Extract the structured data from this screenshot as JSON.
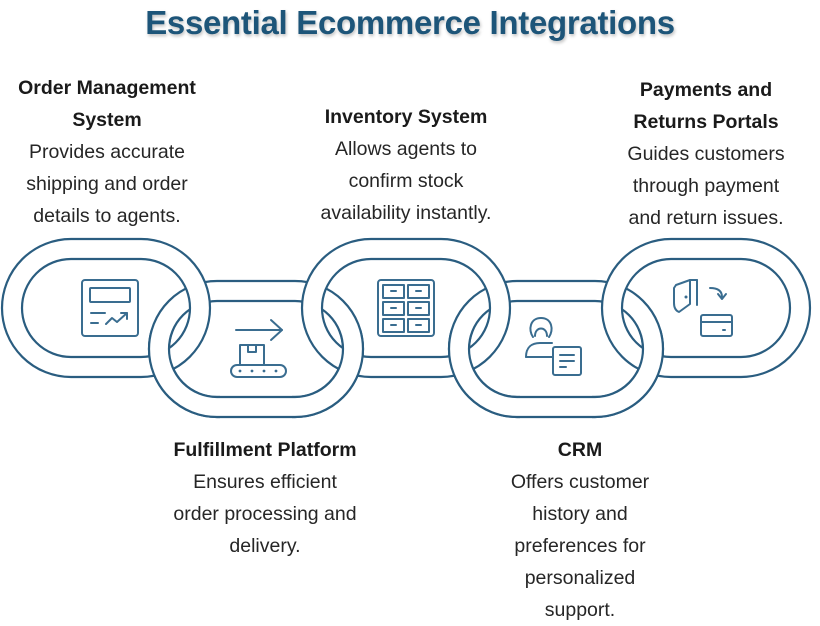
{
  "title": "Essential Ecommerce Integrations",
  "colors": {
    "title": "#1d5579",
    "chain_stroke": "#2a5d80",
    "text": "#1e1e1e"
  },
  "integrations": [
    {
      "name": "Order Management System",
      "name_lines": [
        "Order Management",
        "System"
      ],
      "description_lines": [
        "Provides accurate",
        "shipping and order",
        "details to agents."
      ],
      "icon": "order-dashboard-icon",
      "position": "top"
    },
    {
      "name": "Fulfillment Platform",
      "name_lines": [
        "Fulfillment Platform"
      ],
      "description_lines": [
        "Ensures efficient",
        "order processing and",
        "delivery."
      ],
      "icon": "conveyor-package-icon",
      "position": "bottom"
    },
    {
      "name": "Inventory System",
      "name_lines": [
        "Inventory System"
      ],
      "description_lines": [
        "Allows agents to",
        "confirm stock",
        "availability instantly."
      ],
      "icon": "inventory-drawers-icon",
      "position": "top"
    },
    {
      "name": "CRM",
      "name_lines": [
        "CRM"
      ],
      "description_lines": [
        "Offers customer",
        "history and",
        "preferences for",
        "personalized",
        "support."
      ],
      "icon": "customer-profile-icon",
      "position": "bottom"
    },
    {
      "name": "Payments and Returns Portals",
      "name_lines": [
        "Payments and",
        "Returns Portals"
      ],
      "description_lines": [
        "Guides customers",
        "through payment",
        "and return issues."
      ],
      "icon": "payment-return-icon",
      "position": "top"
    }
  ]
}
